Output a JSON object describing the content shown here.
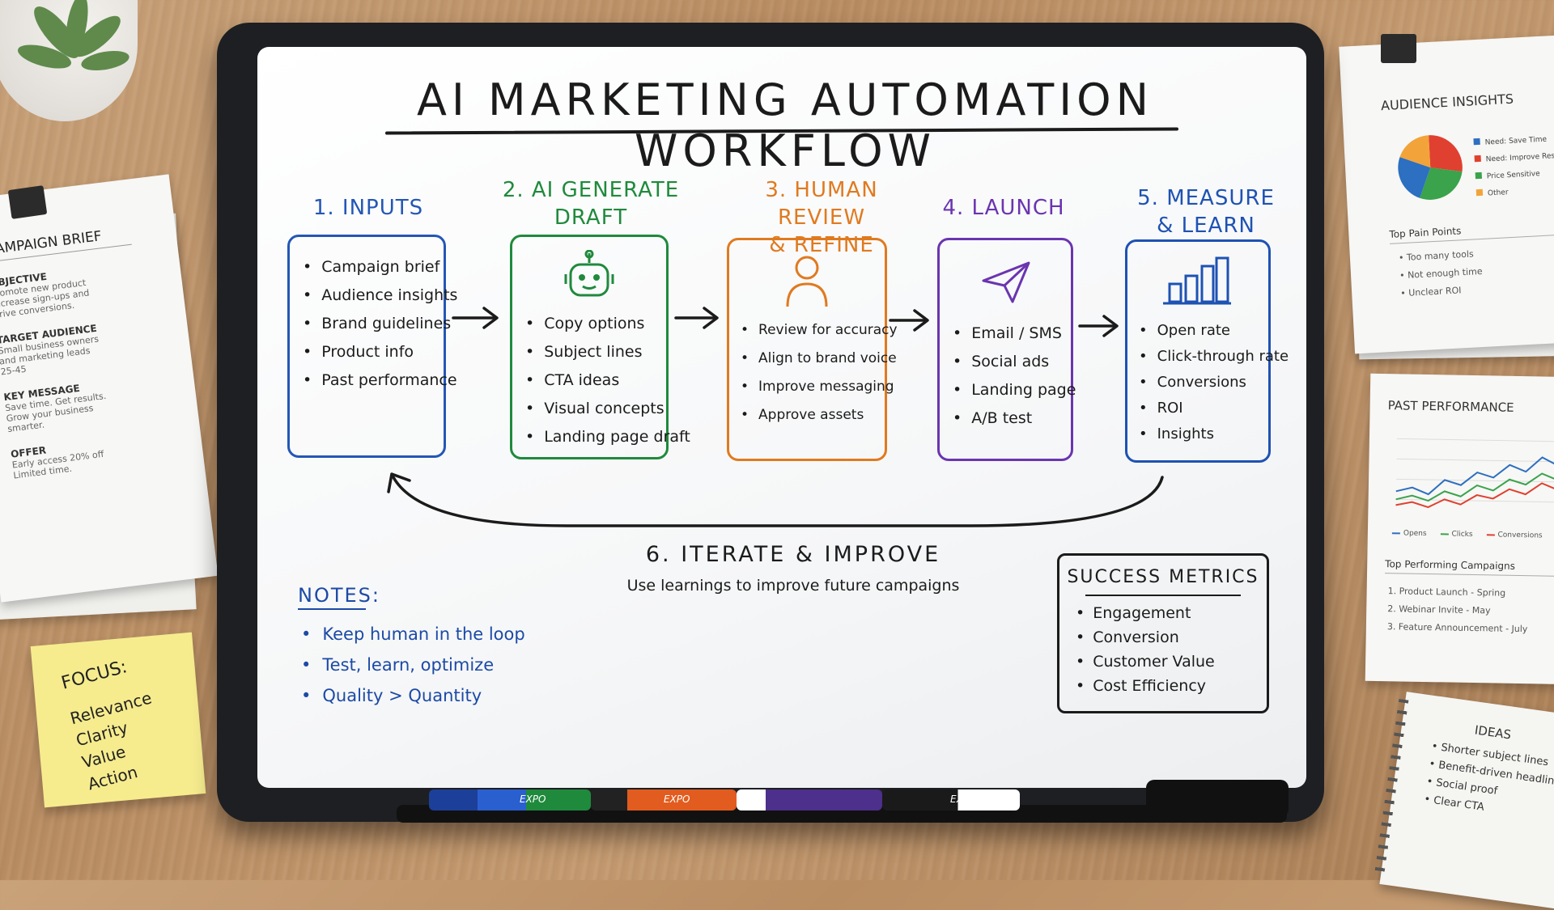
{
  "title": "AI MARKETING AUTOMATION WORKFLOW",
  "colors": {
    "inputs": "#2457b5",
    "generate": "#1f8a3c",
    "review": "#e07a1f",
    "launch": "#6a35b0",
    "measure": "#1e52b3",
    "notes": "#1c4aa6",
    "ink": "#1b1b1b"
  },
  "steps": [
    {
      "title_l1": "1. INPUTS",
      "title_l2": "",
      "icon": "none",
      "items": [
        "Campaign brief",
        "Audience insights",
        "Brand guidelines",
        "Product info",
        "Past performance"
      ]
    },
    {
      "title_l1": "2. AI GENERATE",
      "title_l2": "DRAFT",
      "icon": "robot-icon",
      "items": [
        "Copy options",
        "Subject lines",
        "CTA ideas",
        "Visual concepts",
        "Landing page draft"
      ]
    },
    {
      "title_l1": "3. HUMAN REVIEW",
      "title_l2": "& REFINE",
      "icon": "person-icon",
      "items": [
        "Review for accuracy",
        "Align to brand voice",
        "Improve messaging",
        "Approve assets"
      ]
    },
    {
      "title_l1": "4. LAUNCH",
      "title_l2": "",
      "icon": "paper-plane-icon",
      "items": [
        "Email / SMS",
        "Social ads",
        "Landing page",
        "A/B test"
      ]
    },
    {
      "title_l1": "5. MEASURE",
      "title_l2": "& LEARN",
      "icon": "bar-chart-icon",
      "items": [
        "Open rate",
        "Click-through rate",
        "Conversions",
        "ROI",
        "Insights"
      ]
    }
  ],
  "iterate": {
    "title": "6. ITERATE & IMPROVE",
    "subtitle": "Use learnings to improve future campaigns"
  },
  "notes": {
    "title": "NOTES:",
    "items": [
      "Keep human in the loop",
      "Test, learn, optimize",
      "Quality > Quantity"
    ]
  },
  "metrics": {
    "title": "SUCCESS METRICS",
    "items": [
      "Engagement",
      "Conversion",
      "Customer Value",
      "Cost Efficiency"
    ]
  },
  "brief": {
    "title": "CAMPAIGN BRIEF",
    "sections": [
      {
        "heading": "OBJECTIVE",
        "lines": [
          "Promote new product",
          "Increase sign-ups and",
          "drive conversions."
        ]
      },
      {
        "heading": "TARGET AUDIENCE",
        "lines": [
          "Small business owners",
          "and marketing leads",
          "25-45"
        ]
      },
      {
        "heading": "KEY MESSAGE",
        "lines": [
          "Save time. Get results.",
          "Grow your business",
          "smarter."
        ]
      },
      {
        "heading": "OFFER",
        "lines": [
          "Early access 20% off",
          "Limited time."
        ]
      }
    ]
  },
  "insights": {
    "title": "AUDIENCE INSIGHTS",
    "legend": [
      {
        "label": "Need: Save Time",
        "color": "#2d6fc0"
      },
      {
        "label": "Need: Improve Resu",
        "color": "#e0402f"
      },
      {
        "label": "Price Sensitive",
        "color": "#3aa34c"
      },
      {
        "label": "Other",
        "color": "#f2a33a"
      }
    ],
    "pain_title": "Top Pain Points",
    "pain_items": [
      "Too many tools",
      "Not enough time",
      "Unclear ROI"
    ]
  },
  "performance": {
    "title": "PAST PERFORMANCE",
    "legend": [
      {
        "label": "Opens",
        "color": "#2d6fc0"
      },
      {
        "label": "Clicks",
        "color": "#3aa34c"
      },
      {
        "label": "Conversions",
        "color": "#e0402f"
      }
    ],
    "top_title": "Top Performing Campaigns",
    "top_items": [
      "1.  Product Launch - Spring",
      "2.  Webinar Invite - May",
      "3.  Feature Announcement - July"
    ]
  },
  "sticky": {
    "title": "FOCUS:",
    "items": [
      "Relevance",
      "Clarity",
      "Value",
      "Action"
    ]
  },
  "notebook": {
    "title": "IDEAS",
    "items": [
      "Shorter subject lines",
      "Benefit-driven headlines",
      "Social proof",
      "Clear CTA"
    ]
  },
  "markers": {
    "brand": "EXPO"
  }
}
